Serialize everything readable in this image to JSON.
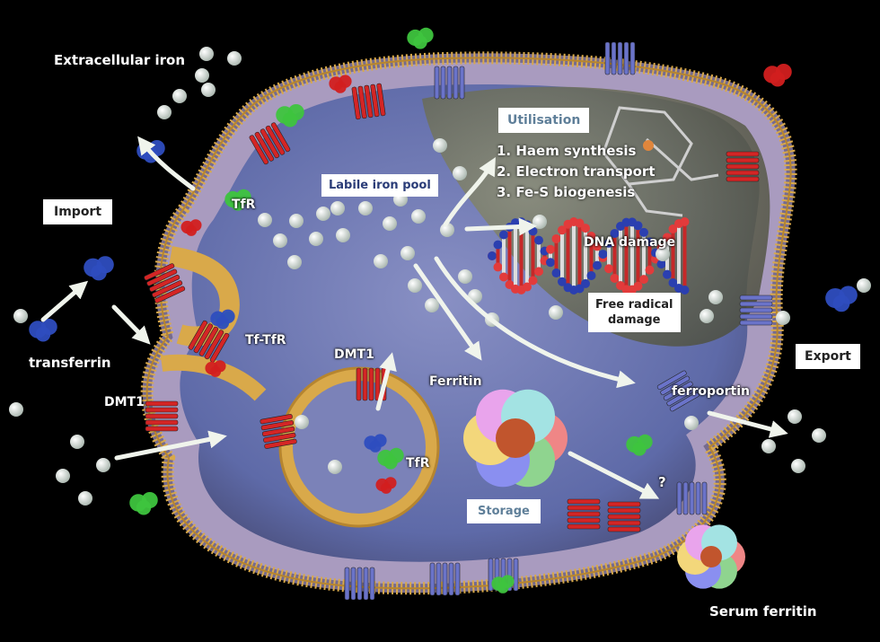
{
  "labels": {
    "extracellular_iron": "Extracellular iron",
    "import": "Import",
    "transferrin": "transferrin",
    "dmt1_left": "DMT1",
    "dmt1_endosome": "DMT1",
    "tfr_top": "TfR",
    "tf_tfr": "Tf-TfR",
    "tfr_endosome": "TfR",
    "labile_iron_pool": "Labile iron pool",
    "utilisation": "Utilisation",
    "utilisation_items": [
      "1. Haem synthesis",
      "2. Electron transport",
      "3. Fe-S biogenesis"
    ],
    "dna_damage": "DNA damage",
    "free_radical_damage_line1": "Free radical",
    "free_radical_damage_line2": "damage",
    "ferritin": "Ferritin",
    "storage": "Storage",
    "question_mark": "?",
    "export": "Export",
    "ferroportin": "ferroportin",
    "serum_ferritin": "Serum ferritin"
  },
  "colors": {
    "background": "#000000",
    "membrane": "#d9a94a",
    "cytoplasm": "#5e6aa8",
    "cell_outer": "#a99bbf",
    "iron_ball": "#e6ece8",
    "transporter_red": "#d42525",
    "transporter_blue": "#6a73c9",
    "protein_green": "#3ec43e",
    "protein_blue": "#2e4dbf",
    "arrow": "#f0f4ec"
  }
}
